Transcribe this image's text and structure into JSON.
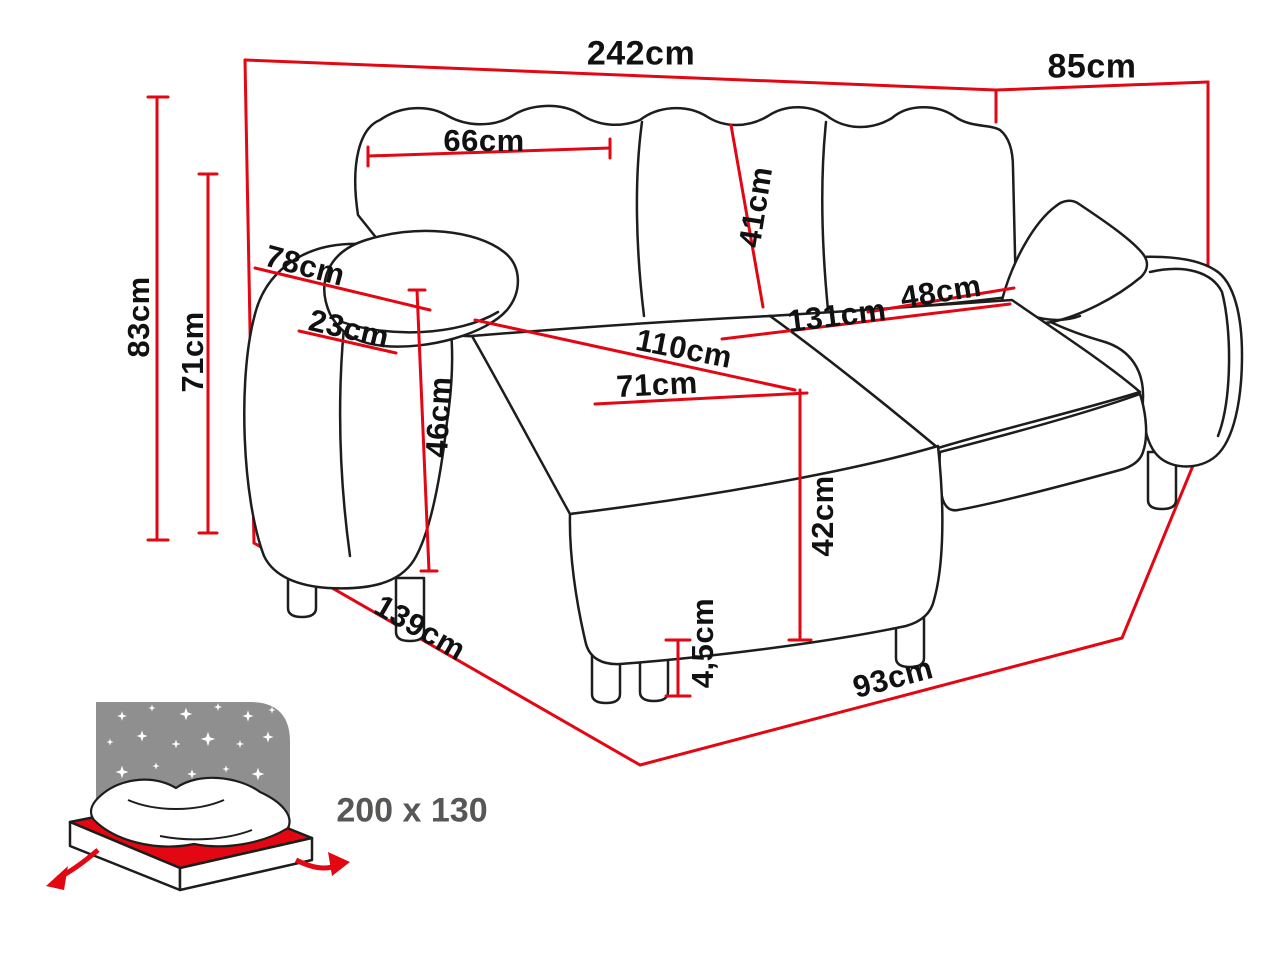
{
  "diagram": {
    "subject": "corner-sofa-dimension-drawing"
  },
  "dims": {
    "overall_width": "242cm",
    "overall_depth": "85cm",
    "back_cushion_width": "66cm",
    "back_cushion_height": "41cm",
    "overall_height": "83cm",
    "backrest_height": "71cm",
    "armrest_depth": "78cm",
    "armrest_width": "23cm",
    "armrest_height": "46cm",
    "chaise_length": "110cm",
    "chaise_width": "71cm",
    "seat_width": "131cm",
    "seat_depth": "48cm",
    "seat_height": "42cm",
    "leg_height": "4,5cm",
    "chaise_total_depth": "139cm",
    "base_depth": "93cm"
  },
  "sleeping_area": {
    "label": "200 x 130"
  },
  "colors": {
    "dimension_line": "#e30613",
    "outline": "#1d1d1b",
    "label_text": "#111111",
    "bed_icon_gray": "#8f8f8f",
    "sleeping_label_gray": "#575756"
  },
  "icons": {
    "bed_fold_out": "fold-out-bed-icon"
  }
}
